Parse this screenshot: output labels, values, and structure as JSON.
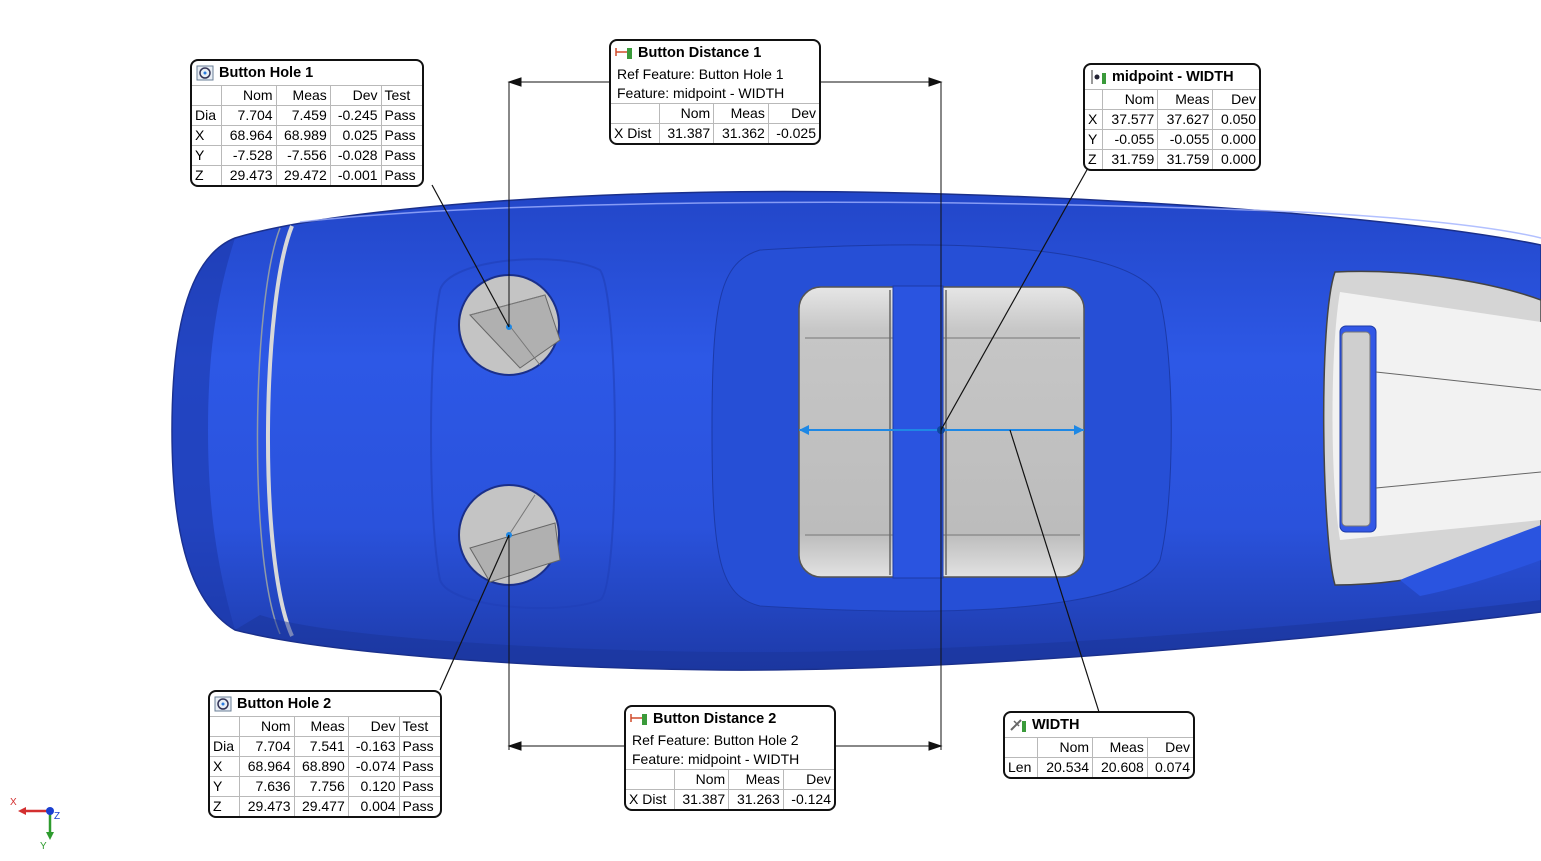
{
  "callouts": {
    "hole1": {
      "title": "Button Hole 1",
      "icon": "circle-feature-icon",
      "headers": [
        "",
        "Nom",
        "Meas",
        "Dev",
        "Test"
      ],
      "rows": [
        [
          "Dia",
          "7.704",
          "7.459",
          "-0.245",
          "Pass"
        ],
        [
          "X",
          "68.964",
          "68.989",
          "0.025",
          "Pass"
        ],
        [
          "Y",
          "-7.528",
          "-7.556",
          "-0.028",
          "Pass"
        ],
        [
          "Z",
          "29.473",
          "29.472",
          "-0.001",
          "Pass"
        ]
      ]
    },
    "hole2": {
      "title": "Button Hole 2",
      "icon": "circle-feature-icon",
      "headers": [
        "",
        "Nom",
        "Meas",
        "Dev",
        "Test"
      ],
      "rows": [
        [
          "Dia",
          "7.704",
          "7.541",
          "-0.163",
          "Pass"
        ],
        [
          "X",
          "68.964",
          "68.890",
          "-0.074",
          "Pass"
        ],
        [
          "Y",
          "7.636",
          "7.756",
          "0.120",
          "Pass"
        ],
        [
          "Z",
          "29.473",
          "29.477",
          "0.004",
          "Pass"
        ]
      ]
    },
    "dist1": {
      "title": "Button Distance 1",
      "icon": "distance-icon",
      "ref_feature": "Ref Feature: Button Hole 1",
      "feature": "Feature: midpoint - WIDTH",
      "headers": [
        "",
        "Nom",
        "Meas",
        "Dev"
      ],
      "rows": [
        [
          "X Dist",
          "31.387",
          "31.362",
          "-0.025"
        ]
      ]
    },
    "dist2": {
      "title": "Button Distance 2",
      "icon": "distance-icon",
      "ref_feature": "Ref Feature: Button Hole 2",
      "feature": "Feature: midpoint - WIDTH",
      "headers": [
        "",
        "Nom",
        "Meas",
        "Dev"
      ],
      "rows": [
        [
          "X Dist",
          "31.387",
          "31.263",
          "-0.124"
        ]
      ]
    },
    "midpoint": {
      "title": "midpoint - WIDTH",
      "icon": "midpoint-icon",
      "headers": [
        "",
        "Nom",
        "Meas",
        "Dev"
      ],
      "rows": [
        [
          "X",
          "37.577",
          "37.627",
          "0.050"
        ],
        [
          "Y",
          "-0.055",
          "-0.055",
          "0.000"
        ],
        [
          "Z",
          "31.759",
          "31.759",
          "0.000"
        ]
      ]
    },
    "width": {
      "title": "WIDTH",
      "icon": "caliper-icon",
      "headers": [
        "",
        "Nom",
        "Meas",
        "Dev"
      ],
      "rows": [
        [
          "Len",
          "20.534",
          "20.608",
          "0.074"
        ]
      ]
    }
  },
  "triad": {
    "x_label": "X",
    "y_label": "Y",
    "z_label": "Z"
  },
  "colors": {
    "part_blue": "#2a54e0",
    "cavity_gray": "#bdbdbd",
    "measure_blue": "#1e88e5",
    "leader": "#111111"
  }
}
